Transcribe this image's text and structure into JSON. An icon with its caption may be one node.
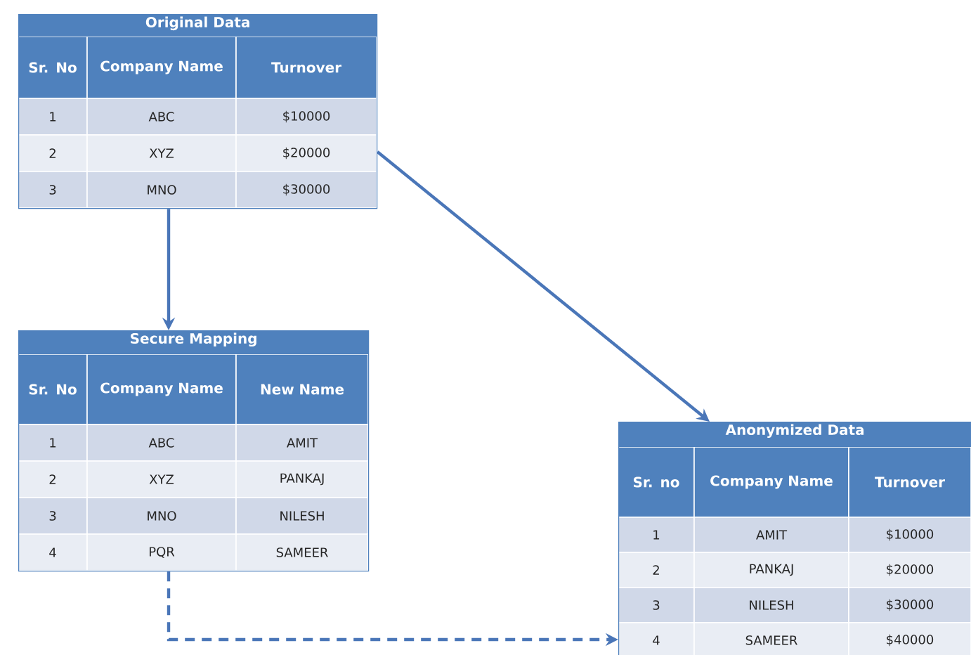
{
  "diagram": {
    "nodes": [
      {
        "text": [
          "Original Data"
        ]
      },
      {
        "text": [
          "Secure Mapping"
        ]
      },
      {
        "text": [
          "Anonymized Data"
        ]
      }
    ],
    "edges": [
      {
        "from": 0,
        "to": 1,
        "arrow": "to"
      },
      {
        "from": 0,
        "to": 2,
        "arrow": "to"
      },
      {
        "from": 1,
        "to": 2,
        "arrow": "to",
        "style": "dashed"
      }
    ],
    "labels": [
      "Sr. No",
      "Company Name",
      "Turnover",
      "1",
      "ABC",
      "$10000",
      "2",
      "XYZ",
      "$20000",
      "3",
      "MNO",
      "$30000",
      "Sr. No",
      "Company Name",
      "New Name",
      "1",
      "ABC",
      "AMIT",
      "2",
      "XYZ",
      "PANKAJ",
      "3",
      "MNO",
      "NILESH",
      "4",
      "PQR",
      "SAMEER",
      "Sr. no",
      "Company Name",
      "Turnover",
      "1",
      "AMIT",
      "$10000",
      "2",
      "PANKAJ",
      "$20000",
      "3",
      "NILESH",
      "$30000",
      "4",
      "SAMEER",
      "$40000"
    ]
  }
}
